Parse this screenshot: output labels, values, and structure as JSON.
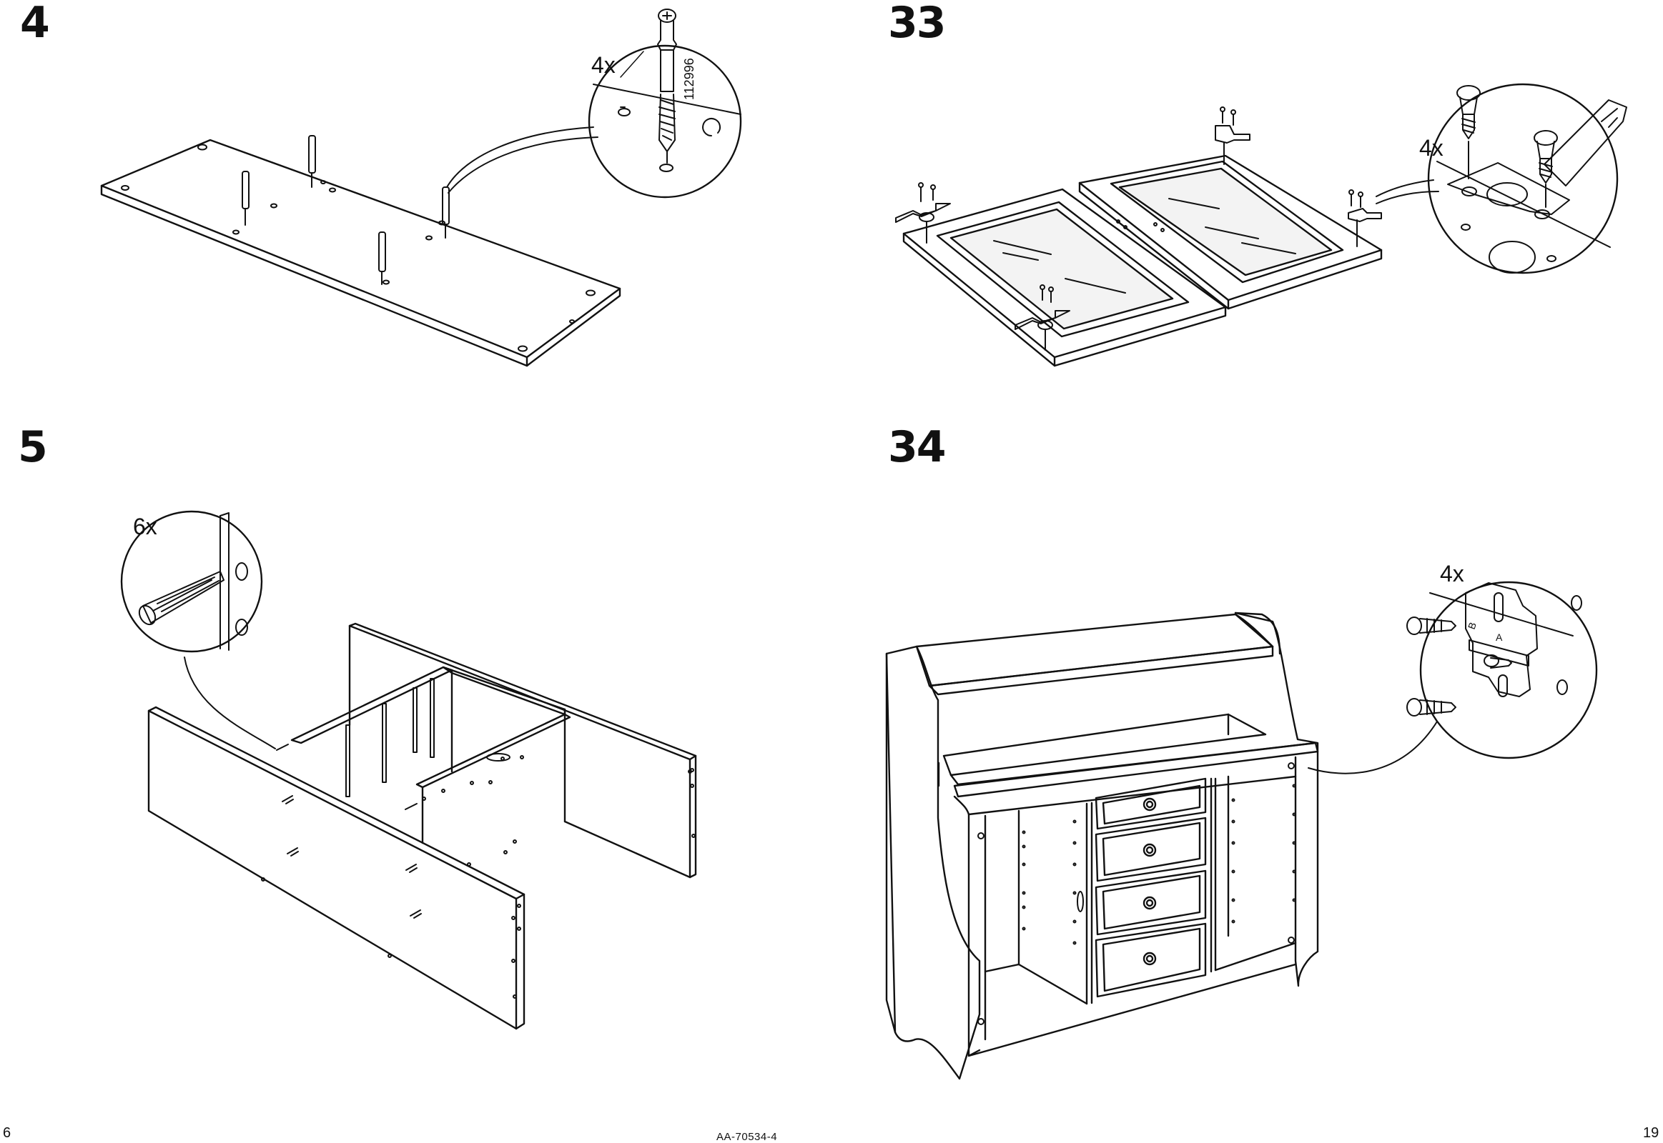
{
  "pages": {
    "left": {
      "page_number": "6",
      "steps": [
        {
          "number": "4",
          "callout_qty": "4x",
          "part_number": "112996"
        },
        {
          "number": "5",
          "callout_qty": "6x"
        }
      ]
    },
    "right": {
      "page_number": "19",
      "steps": [
        {
          "number": "33",
          "callout_qty": "4x"
        },
        {
          "number": "34",
          "callout_qty": "4x",
          "plate_labels": [
            "B",
            "A"
          ]
        }
      ]
    }
  },
  "document_code": "AA-70534-4",
  "colors": {
    "ink": "#111111",
    "paper": "#ffffff",
    "glass": "#f3f3f3"
  }
}
